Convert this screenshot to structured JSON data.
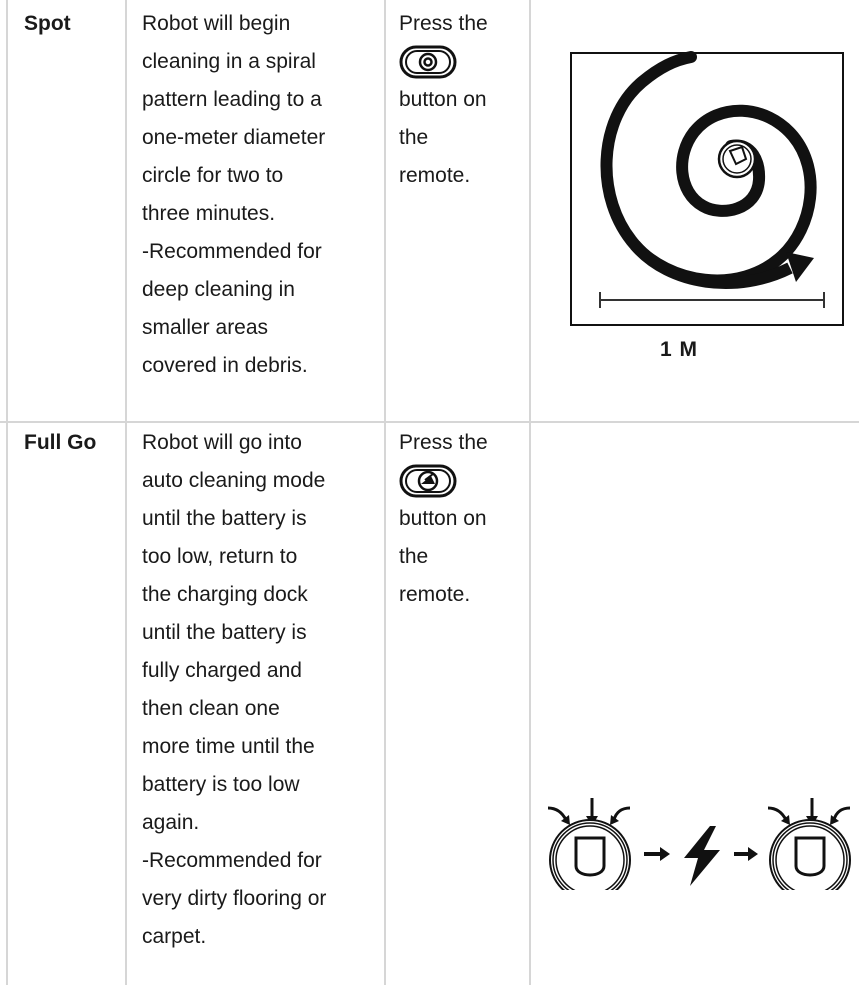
{
  "rows": [
    {
      "mode": "Spot",
      "description_lines": [
        "Robot will begin",
        "cleaning in a spiral",
        "pattern leading to a",
        "one-meter diameter",
        "circle for two to",
        "three minutes.",
        "-Recommended for",
        "deep cleaning in",
        "smaller areas",
        "covered in debris."
      ],
      "press_before": "Press the",
      "press_icon": "spot-button-icon",
      "press_after_lines": [
        "button on",
        "the",
        "remote."
      ],
      "figure_icon": "spiral-path-icon",
      "figure_label": "1 M"
    },
    {
      "mode": "Full Go",
      "description_lines": [
        "Robot will go into",
        "auto cleaning mode",
        "until the battery is",
        "too low, return to",
        "the charging dock",
        "until the battery is",
        "fully charged and",
        "then clean one",
        "more time until the",
        "battery is too low",
        "again.",
        "-Recommended for",
        "very dirty flooring or",
        "carpet."
      ],
      "press_before": "Press the",
      "press_icon": "full-go-button-icon",
      "press_after_lines": [
        "button on",
        "the",
        "remote."
      ],
      "figure_icon": "clean-charge-clean-icon"
    }
  ]
}
